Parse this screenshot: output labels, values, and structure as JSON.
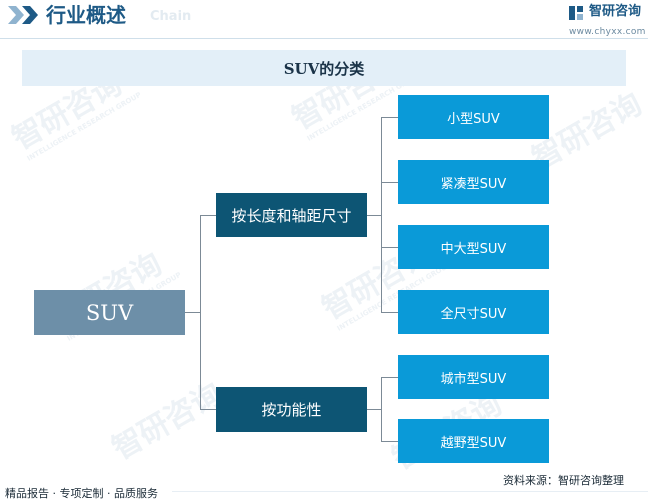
{
  "header": {
    "title": "行业概述",
    "subtitle": "Chain",
    "logo_name": "智研咨询",
    "logo_url": "www.chyxx.com"
  },
  "diagram": {
    "title": "SUV的分类",
    "root": "SUV",
    "categories": [
      {
        "label": "按长度和轴距尺寸",
        "children": [
          "小型SUV",
          "紧凑型SUV",
          "中大型SUV",
          "全尺寸SUV"
        ]
      },
      {
        "label": "按功能性",
        "children": [
          "城市型SUV",
          "越野型SUV"
        ]
      }
    ]
  },
  "watermark": {
    "text": "智研咨询",
    "subtext": "INTELLIGENCE RESEARCH GROUP"
  },
  "footer": {
    "source": "资料来源：智研咨询整理",
    "services": "精品报告 · 专项定制 · 品质服务"
  },
  "colors": {
    "header_blue": "#1e5a86",
    "title_band": "#e3eff8",
    "root_box": "#6d8fa8",
    "category_box": "#0d5574",
    "leaf_box": "#0a9ad8",
    "connector": "#7c8a96"
  }
}
